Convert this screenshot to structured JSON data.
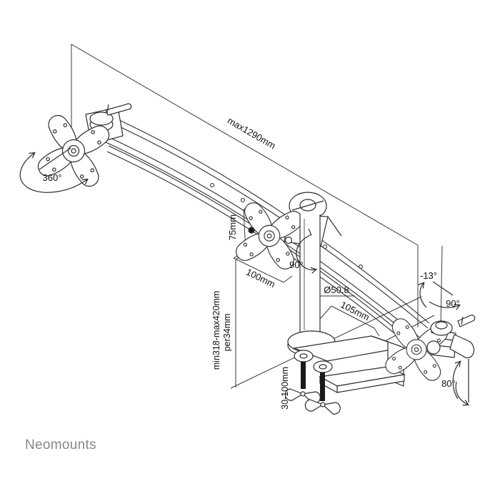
{
  "brand": {
    "name": "Neomounts"
  },
  "colors": {
    "background": "#ffffff",
    "ink": "#2e2e2e",
    "label": "#111111",
    "brand_gray": "#85878a",
    "hardware_dark": "#1a1a1a"
  },
  "drawing": {
    "labels": {
      "max_width": "max1290mm",
      "rotation_full": "360°",
      "vesa_height": "75mm",
      "vesa_width": "100mm",
      "pole_rotation": "90°",
      "pole_diameter": "Ø50.8",
      "base_depth": "105mm",
      "height_range": "min318-max420mm",
      "height_increment": "per34mm",
      "clamp_thickness": "30-100mm",
      "tilt_up": "-13°",
      "swivel_side": "90°",
      "tilt_down": "80°"
    }
  }
}
